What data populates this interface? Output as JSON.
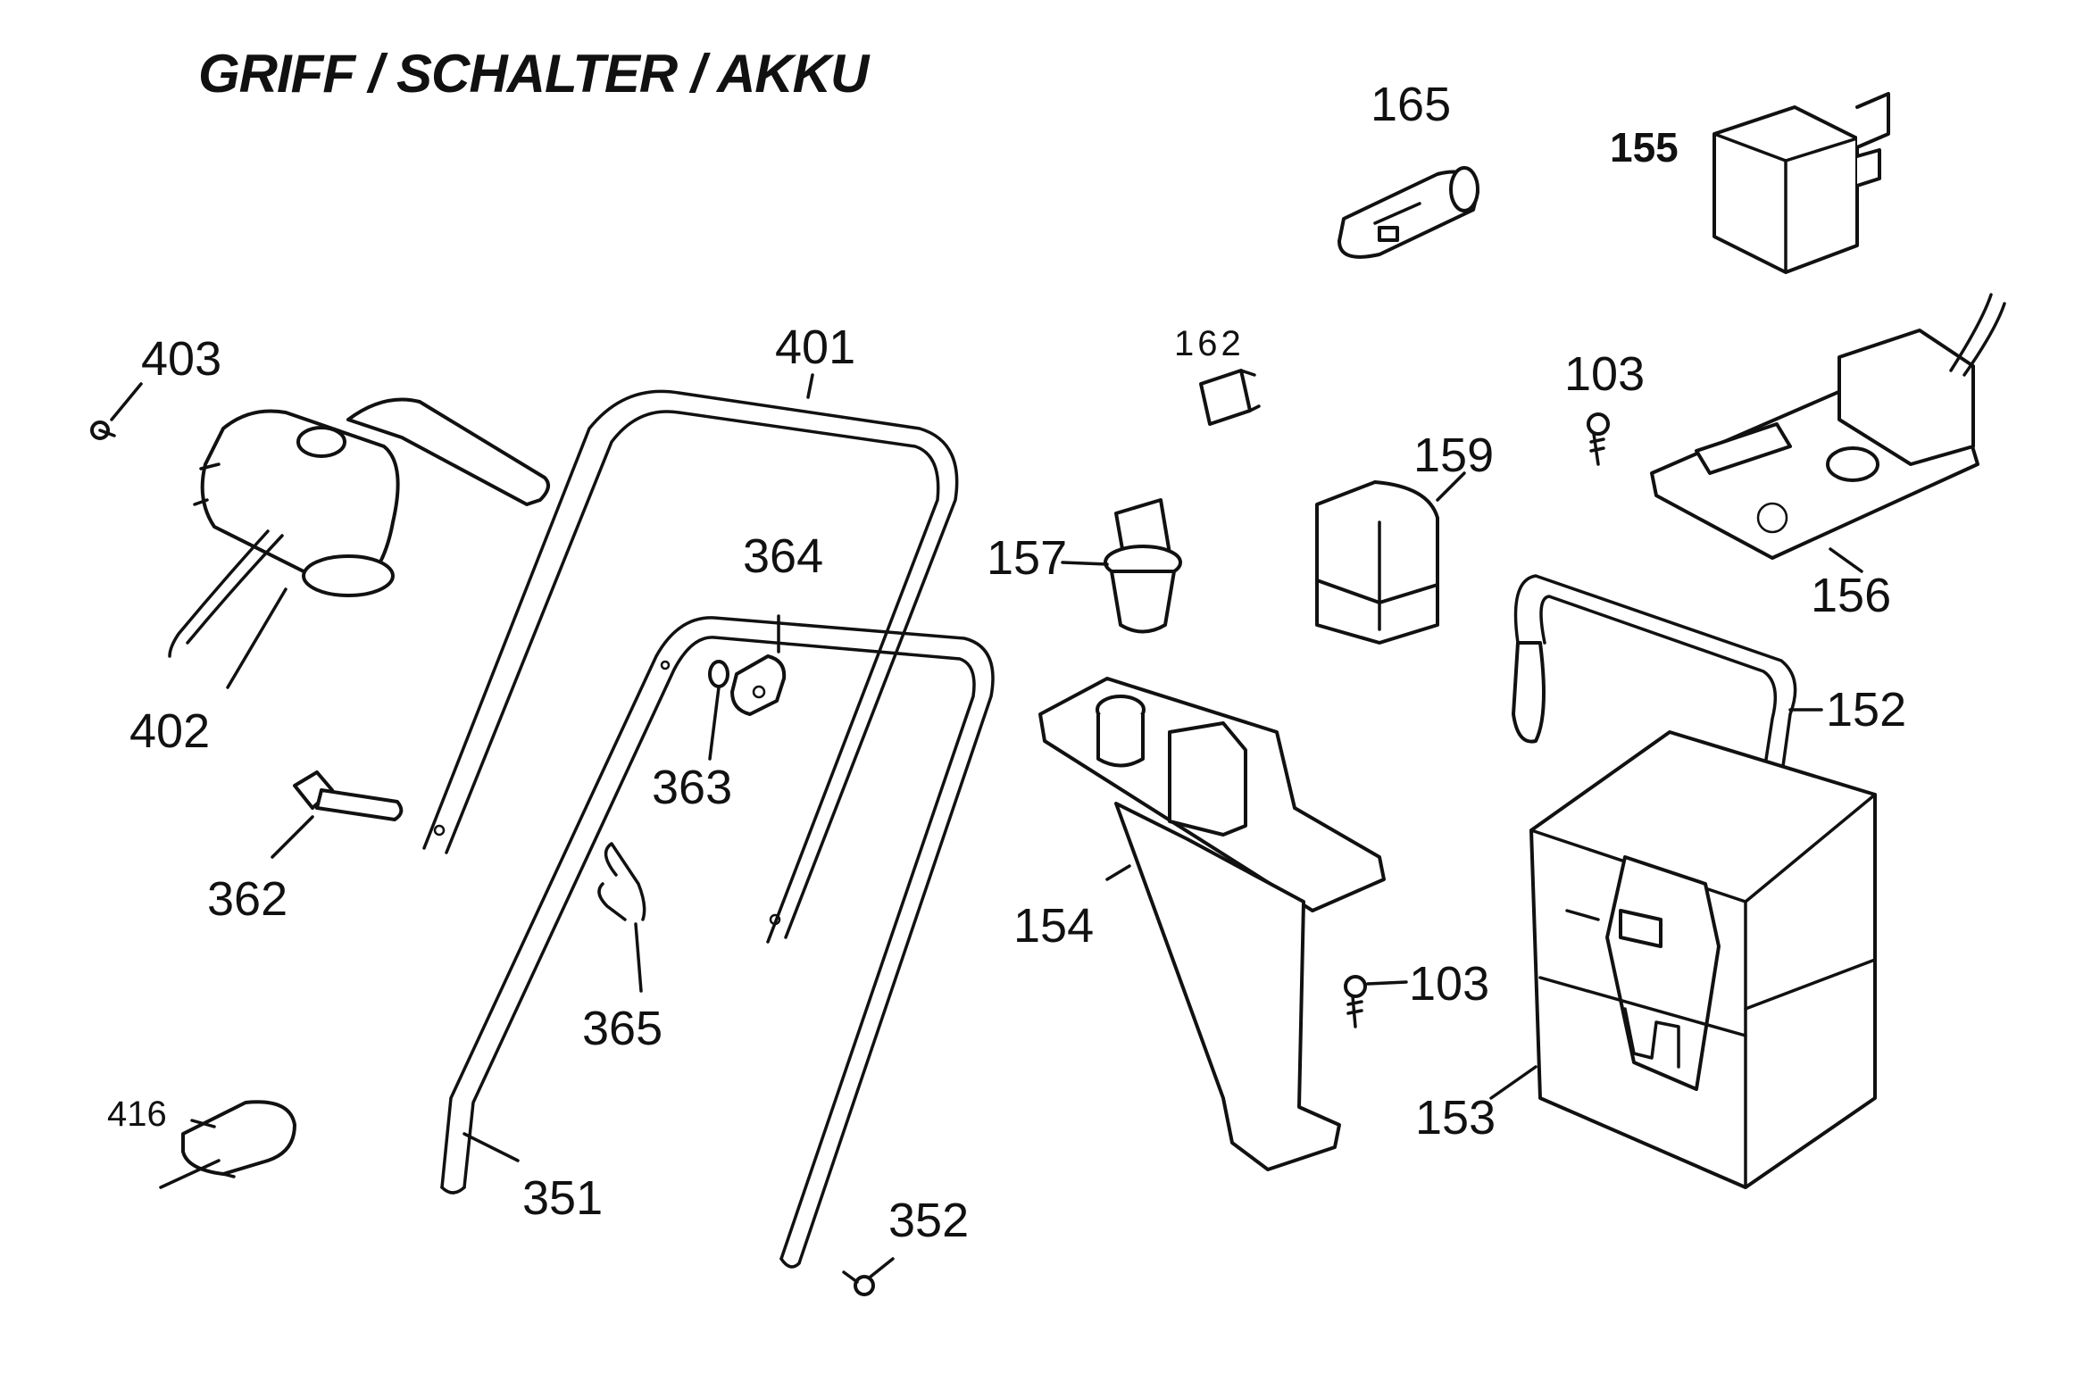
{
  "title": "GRIFF / SCHALTER / AKKU",
  "parts": {
    "p165": "165",
    "p155": "155",
    "p403": "403",
    "p401": "401",
    "p162": "162",
    "p103a": "103",
    "p159": "159",
    "p157": "157",
    "p364": "364",
    "p156": "156",
    "p402": "402",
    "p152": "152",
    "p363": "363",
    "p362": "362",
    "p154": "154",
    "p103b": "103",
    "p365": "365",
    "p153": "153",
    "p416": "416",
    "p351": "351",
    "p352": "352"
  }
}
